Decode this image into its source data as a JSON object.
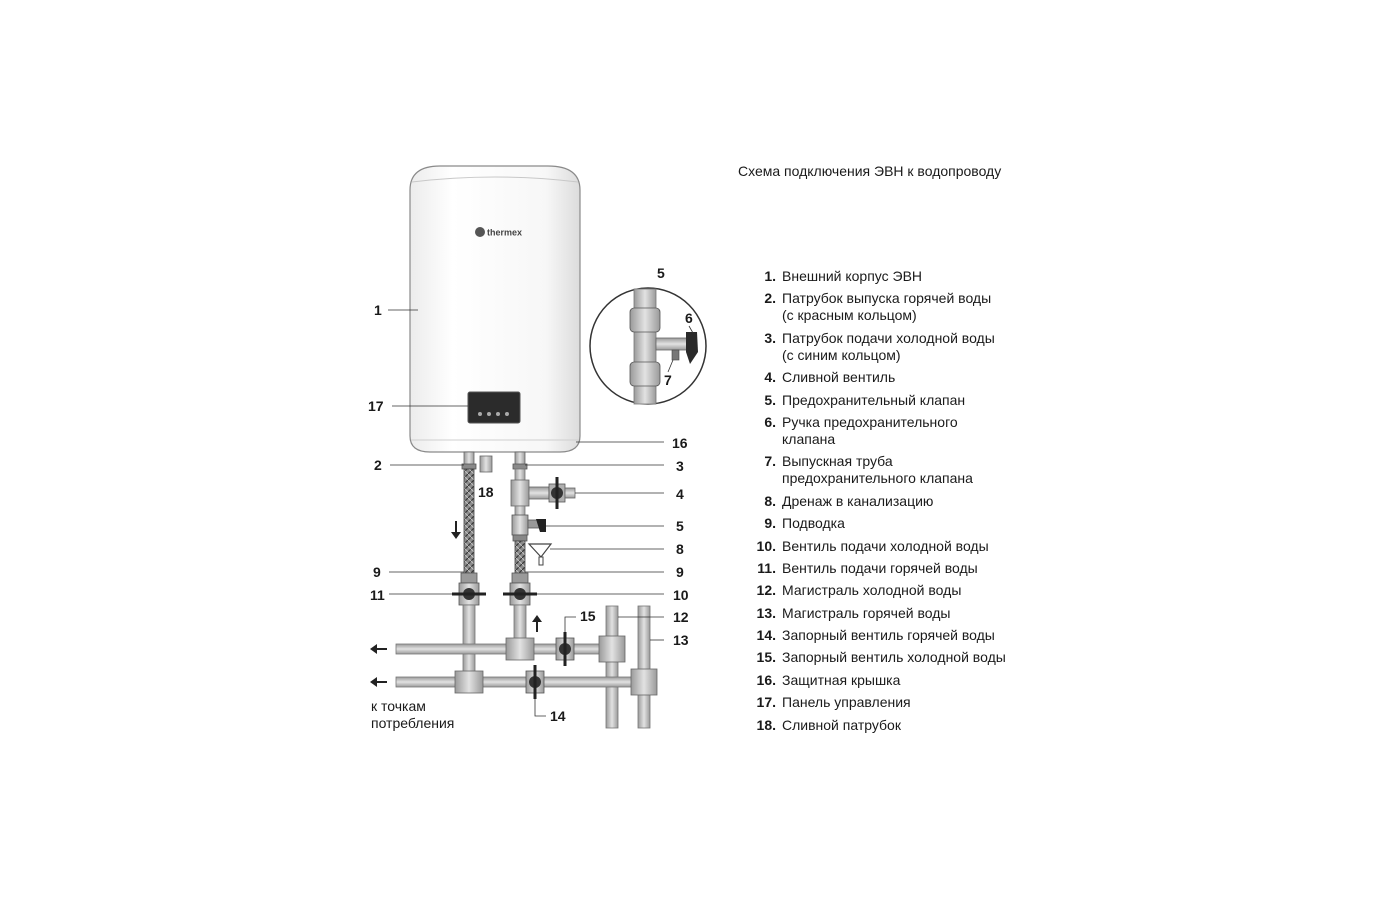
{
  "title": "Схема подключения ЭВН к водопроводу",
  "brand": "thermex",
  "legend": [
    {
      "num": "1.",
      "text": "Внешний корпус ЭВН"
    },
    {
      "num": "2.",
      "text": "Патрубок выпуска горячей воды\n(с красным кольцом)"
    },
    {
      "num": "3.",
      "text": "Патрубок подачи холодной воды\n(с синим кольцом)"
    },
    {
      "num": "4.",
      "text": "Сливной вентиль"
    },
    {
      "num": "5.",
      "text": "Предохранительный клапан"
    },
    {
      "num": "6.",
      "text": "Ручка предохранительного\nклапана"
    },
    {
      "num": "7.",
      "text": "Выпускная труба\nпредохранительного клапана"
    },
    {
      "num": "8.",
      "text": "Дренаж в канализацию"
    },
    {
      "num": "9.",
      "text": "Подводка"
    },
    {
      "num": "10.",
      "text": "Вентиль подачи холодной воды"
    },
    {
      "num": "11.",
      "text": "Вентиль подачи горячей воды"
    },
    {
      "num": "12.",
      "text": "Магистраль холодной воды"
    },
    {
      "num": "13.",
      "text": "Магистраль горячей воды"
    },
    {
      "num": "14.",
      "text": "Запорный вентиль горячей воды"
    },
    {
      "num": "15.",
      "text": "Запорный вентиль холодной воды"
    },
    {
      "num": "16.",
      "text": "Защитная крышка"
    },
    {
      "num": "17.",
      "text": "Панель управления"
    },
    {
      "num": "18.",
      "text": "Сливной патрубок"
    }
  ],
  "callouts": {
    "c1": "1",
    "c2": "2",
    "c3": "3",
    "c4": "4",
    "c5": "5",
    "c5b": "5",
    "c6": "6",
    "c7": "7",
    "c8": "8",
    "c9a": "9",
    "c9b": "9",
    "c10": "10",
    "c11": "11",
    "c12": "12",
    "c13": "13",
    "c14": "14",
    "c15": "15",
    "c16": "16",
    "c17": "17",
    "c18": "18"
  },
  "consumers_line1": "к точкам",
  "consumers_line2": "потребления"
}
